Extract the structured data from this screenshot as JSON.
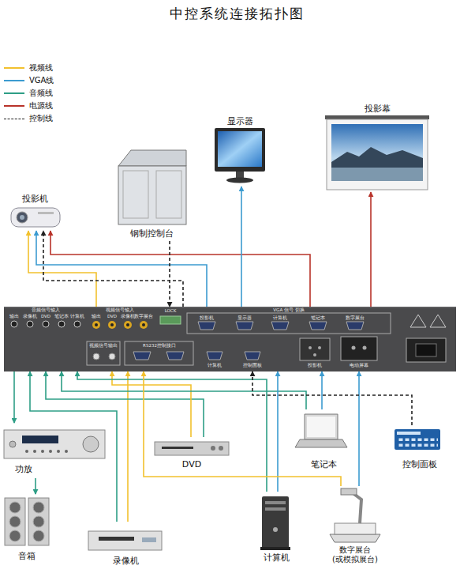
{
  "diagram": {
    "title": "中控系统连接拓扑图",
    "nodes": [
      {
        "text": [
          "投影幕"
        ]
      },
      {
        "text": [
          "显示器"
        ]
      },
      {
        "text": [
          "投影机"
        ]
      },
      {
        "text": [
          "钢制控制台"
        ]
      },
      {
        "text": [
          "音频信号输入",
          "输出",
          "录像机",
          "DVD",
          "笔记本",
          "计算机",
          "视频信号输入",
          "输出",
          "DVD",
          "录像机",
          "数字展台",
          "视频信号输出",
          "RS232控制接口",
          "LOCK",
          "VGA 信号 切换",
          "投影机",
          "显示器",
          "计算机",
          "笔记本",
          "数字展台",
          "计算机",
          "控制面板",
          "投影机",
          "电动屏幕"
        ]
      },
      {
        "text": [
          "功放"
        ]
      },
      {
        "text": [
          "笔记本"
        ]
      },
      {
        "text": [
          "DVD"
        ]
      },
      {
        "text": [
          "控制面板"
        ]
      },
      {
        "text": [
          "音箱"
        ]
      },
      {
        "text": [
          "计算机"
        ]
      },
      {
        "text": [
          "数字展台 (或模拟展台)"
        ]
      },
      {
        "text": [
          "录像机"
        ]
      }
    ],
    "edges": [
      {
        "from": 4,
        "to": 2,
        "arrow": "to"
      },
      {
        "from": 4,
        "to": 2,
        "arrow": "to"
      },
      {
        "from": 4,
        "to": 2,
        "arrow": "to"
      },
      {
        "from": 4,
        "to": 2,
        "arrow": "to"
      },
      {
        "from": 3,
        "to": 4,
        "arrow": "to"
      },
      {
        "from": 4,
        "to": 1,
        "arrow": "to"
      },
      {
        "from": 4,
        "to": 0,
        "arrow": "to"
      },
      {
        "from": 4,
        "to": 5,
        "arrow": "to"
      },
      {
        "from": 5,
        "to": 9,
        "arrow": "to"
      },
      {
        "from": 12,
        "to": 4,
        "arrow": "to"
      },
      {
        "from": 12,
        "to": 4,
        "arrow": "to"
      },
      {
        "from": 7,
        "to": 4,
        "arrow": "to"
      },
      {
        "from": 7,
        "to": 4,
        "arrow": "to"
      },
      {
        "from": 6,
        "to": 4,
        "arrow": "to"
      },
      {
        "from": 6,
        "to": 4,
        "arrow": "to"
      },
      {
        "from": 10,
        "to": 4,
        "arrow": "to"
      },
      {
        "from": 10,
        "to": 4,
        "arrow": "to"
      },
      {
        "from": 11,
        "to": 4,
        "arrow": "to"
      },
      {
        "from": 11,
        "to": 4,
        "arrow": "to"
      },
      {
        "from": 8,
        "to": 4,
        "arrow": "to"
      }
    ],
    "legend": [
      {
        "text": "视频线",
        "color": "#f2c12e"
      },
      {
        "text": "VGA线",
        "color": "#3c9bd0"
      },
      {
        "text": "音频线",
        "color": "#2e9e86"
      },
      {
        "text": "电源线",
        "color": "#b8332a"
      },
      {
        "text": "控制线"
      }
    ]
  }
}
